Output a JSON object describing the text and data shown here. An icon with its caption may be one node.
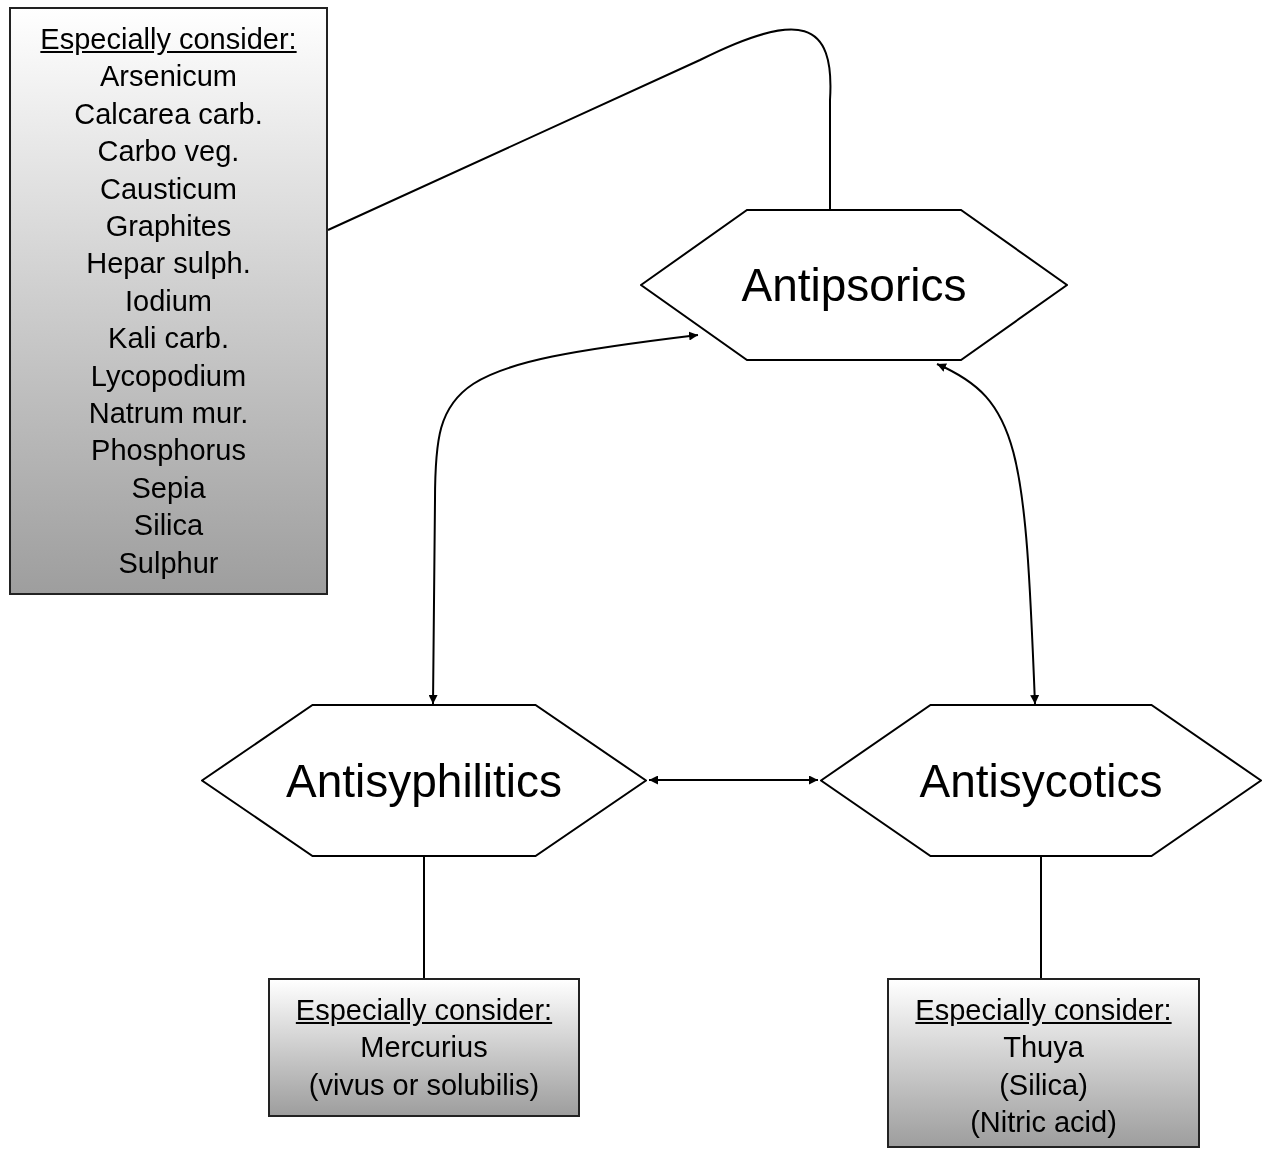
{
  "diagram": {
    "nodes": [
      {
        "text": [
          "Especially consider:",
          "Arsenicum",
          "Calcarea carb.",
          "Carbo veg.",
          "Causticum",
          "Graphites",
          "Hepar sulph.",
          "Iodium",
          "Kali carb.",
          "Lycopodium",
          "Natrum mur.",
          "Phosphorus",
          "Sepia",
          "Silica",
          "Sulphur"
        ]
      },
      {
        "text": [
          "Antipsorics"
        ]
      },
      {
        "text": [
          "Antisyphilitics"
        ]
      },
      {
        "text": [
          "Antisycotics"
        ]
      },
      {
        "text": [
          "Especially consider:",
          "Mercurius",
          "(vivus or solubilis)"
        ]
      },
      {
        "text": [
          "Especially consider:",
          "Thuya",
          "(Silica)",
          "(Nitric acid)"
        ]
      }
    ],
    "edges": [
      {
        "from": 0,
        "to": 1,
        "arrow": "none"
      },
      {
        "from": 1,
        "to": 2,
        "arrow": "both"
      },
      {
        "from": 1,
        "to": 3,
        "arrow": "both"
      },
      {
        "from": 2,
        "to": 3,
        "arrow": "both"
      },
      {
        "from": 2,
        "to": 4,
        "arrow": "none"
      },
      {
        "from": 3,
        "to": 5,
        "arrow": "none"
      }
    ]
  }
}
